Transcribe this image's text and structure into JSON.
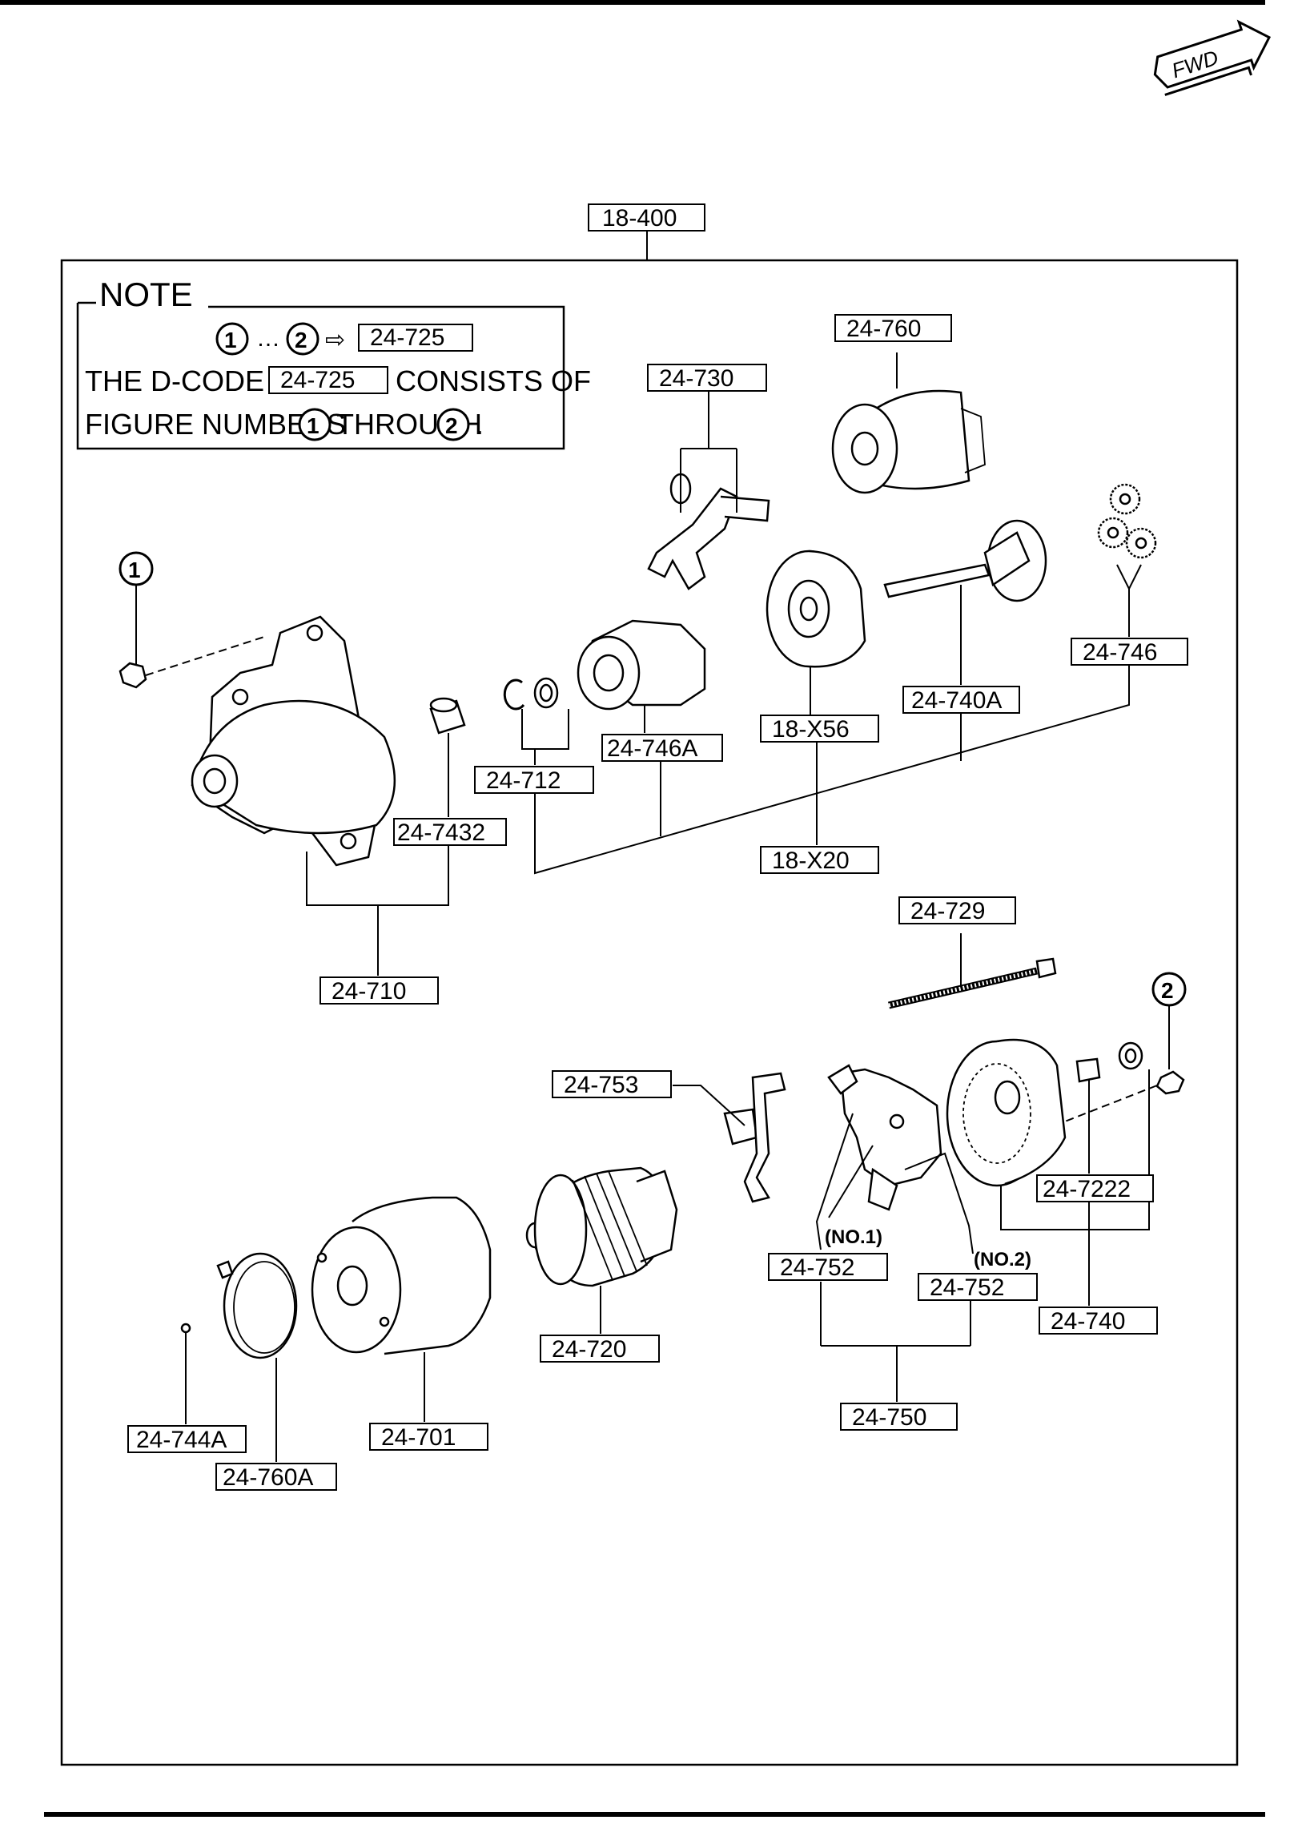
{
  "orientation": {
    "fwd_label": "FWD"
  },
  "assembly": {
    "label": "18-400"
  },
  "note": {
    "title": "NOTE",
    "ref_start": "1",
    "ref_end": "2",
    "arrow": "⇨",
    "range_sep": "…",
    "code": "24-725",
    "line1_prefix": "THE D-CODE OF",
    "line1_code": "24-725",
    "line1_suffix": "CONSISTS OF",
    "line2_prefix": "FIGURE NUMBERS",
    "line2_ref_start": "1",
    "line2_mid": "THROUGH",
    "line2_ref_end": "2",
    "line2_end": "."
  },
  "callouts": {
    "bolt_ref": "1",
    "screw_ref": "2"
  },
  "labels": {
    "p24_760": "24-760",
    "p24_730": "24-730",
    "p24_746": "24-746",
    "p24_740A": "24-740A",
    "p18_X56": "18-X56",
    "p24_746A": "24-746A",
    "p24_712": "24-712",
    "p18_X20": "18-X20",
    "p24_7432": "24-7432",
    "p24_710": "24-710",
    "p24_729": "24-729",
    "p24_753": "24-753",
    "p24_7222": "24-7222",
    "p24_752a": "24-752",
    "p24_752b": "24-752",
    "p24_740": "24-740",
    "p24_750": "24-750",
    "p24_720": "24-720",
    "p24_701": "24-701",
    "p24_744A": "24-744A",
    "p24_760A": "24-760A"
  },
  "annotations": {
    "no1": "(NO.1)",
    "no2": "(NO.2)"
  }
}
